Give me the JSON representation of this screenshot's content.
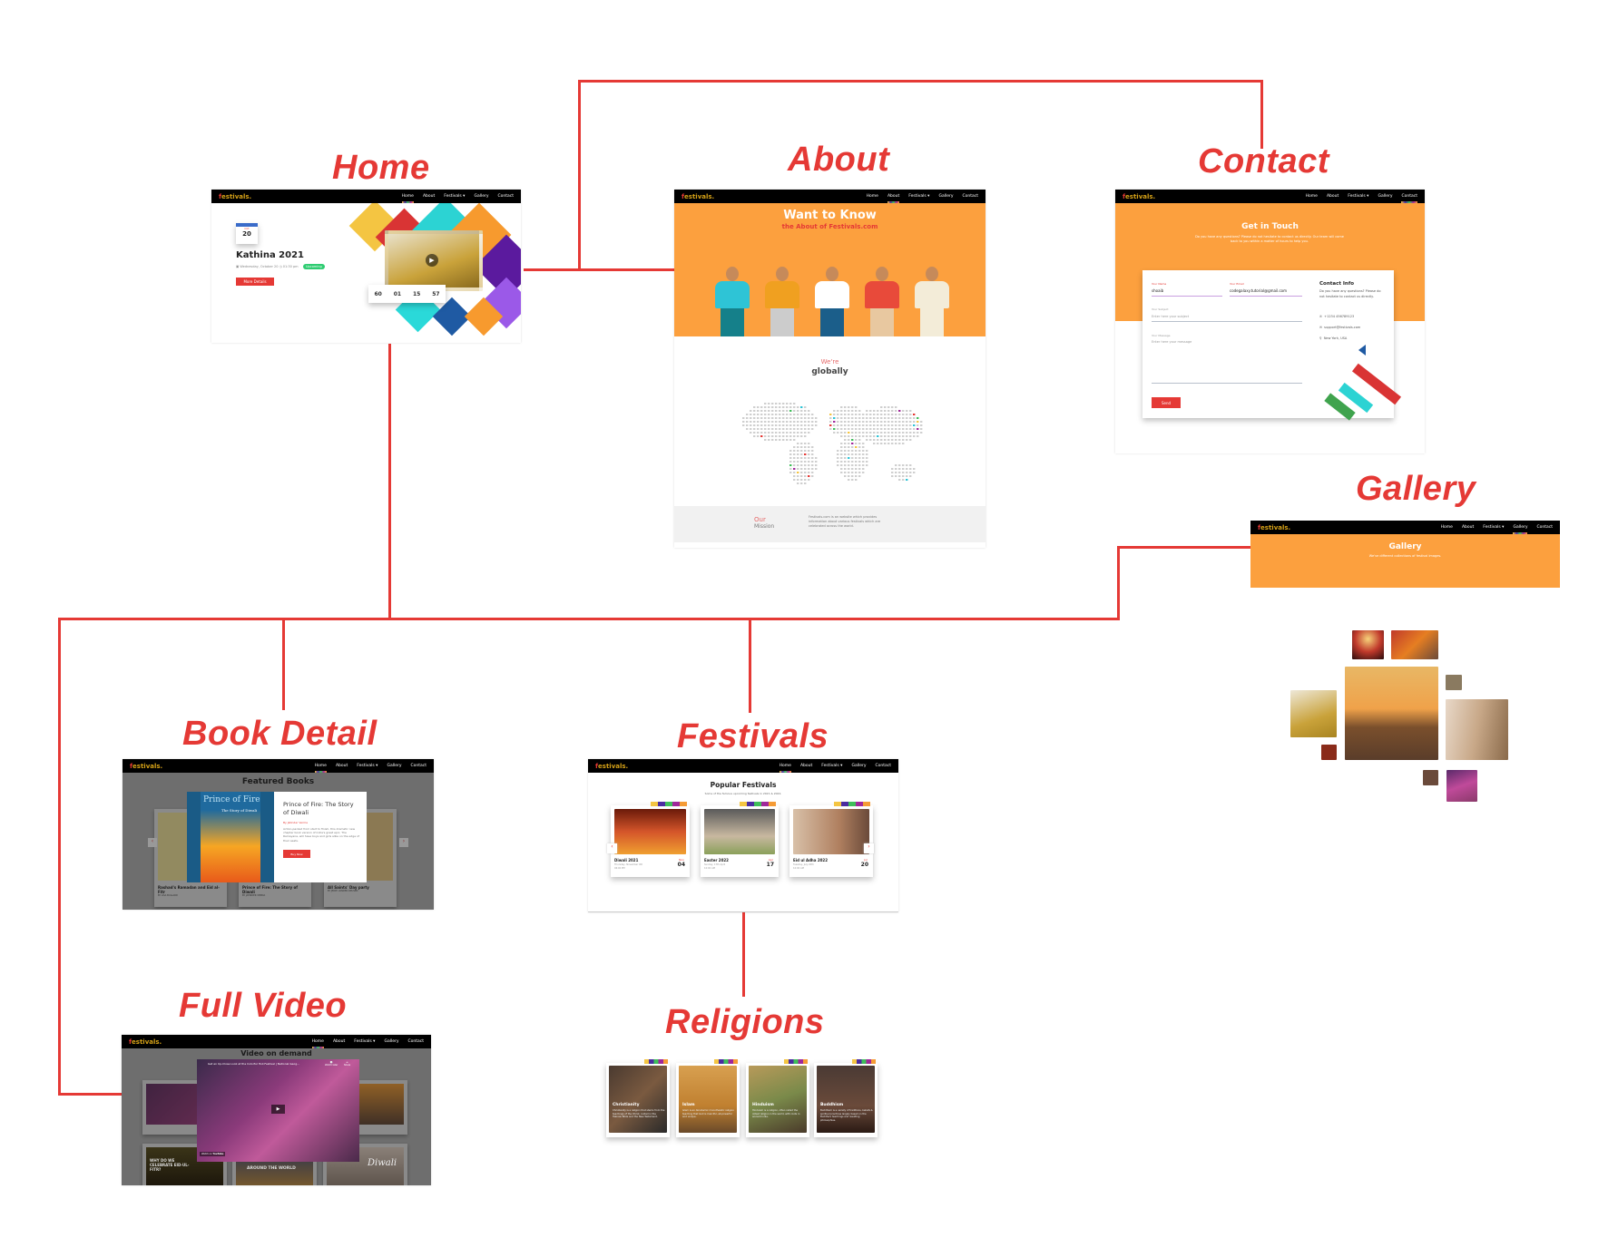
{
  "labels": {
    "home": "Home",
    "about": "About",
    "contact": "Contact",
    "gallery": "Gallery",
    "book_detail": "Book Detail",
    "festivals": "Festivals",
    "full_video": "Full Video",
    "religions": "Religions"
  },
  "nav": {
    "logo_first": "f",
    "logo_rest": "estivals.",
    "items": [
      "Home",
      "About",
      "Festivals ▾",
      "Gallery",
      "Contact"
    ]
  },
  "home": {
    "cal_month": "Oct",
    "cal_day": "20",
    "title": "Kathina 2021",
    "date": "Wednesday, October 20",
    "time": "01:30 pm",
    "badge": "Upcoming",
    "button": "More Details",
    "countdown": [
      "60",
      "01",
      "15",
      "57"
    ]
  },
  "about": {
    "title": "Want to Know",
    "subtitle": "the About of Festivals.com",
    "were": "We're",
    "globally": "globally",
    "mission_our": "Our",
    "mission_label": "Mission",
    "mission_text": "Festivals.com is an website which provides information about various festivals which are celebrated across the world."
  },
  "contact": {
    "title": "Get in Touch",
    "intro": "Do you have any questions? Please do not hesitate to contact us directly. Our team will come back to you within a matter of hours to help you.",
    "name_label": "Your Name",
    "name_value": "shoaib",
    "email_label": "Your Email",
    "email_value": "codegalaxy.tutorial@gmail.com",
    "subject_label": "Your Subject",
    "subject_placeholder": "Enter here your subject",
    "message_label": "Your Message",
    "message_placeholder": "Enter here your message",
    "send": "Send",
    "info_title": "Contact Info",
    "info_text": "Do you have any questions? Please do not hesitate to contact us directly.",
    "phone": "+1234 456789123",
    "email": "support@festivals.com",
    "location": "New York, USA"
  },
  "gallery": {
    "title": "Gallery",
    "subtitle": "We've different collections of festival images."
  },
  "book": {
    "section": "Featured Books",
    "modal_title": "Prince of Fire: The Story of Diwali",
    "modal_author": "By Jatinder Verma",
    "modal_desc": "Action-packed from start to finish, this dramatic new chapter book version of India's great epic, The Ramayana, will have boys and girls alike on the edge of their seats.",
    "buy": "Buy Now",
    "cover_title": "Prince of Fire",
    "cover_sub": "The Story of Diwali",
    "cards": [
      {
        "title": "Rashad's Ramadan and Eid al-Fitr",
        "author": "BY LISA BULLARD"
      },
      {
        "title": "Prince of Fire: The Story of Diwali",
        "author": "BY JATINDER VERMA"
      },
      {
        "title": "All Saints' Day party",
        "author": "BY JERRY VANDER DEUSEN"
      }
    ]
  },
  "video": {
    "section": "Video on demand",
    "title": "Get an Up-Close Look at the Colorful Holi Festival | National Geog...",
    "watch_later": "Watch later",
    "share": "Share",
    "watch_on": "Watch on",
    "youtube": "YouTube",
    "thumb1": "WHY DO WE CELEBRATE EID-UL-FITR?",
    "thumb2": "AROUND THE WORLD",
    "thumb3": "Diwali"
  },
  "festivals": {
    "title": "Popular Festivals",
    "subtitle": "Some of the famous upcoming festivals in 2021 & 2022.",
    "cards": [
      {
        "name": "Diwali 2021",
        "month": "Nov",
        "day": "04",
        "date": "Thursday, November 4th",
        "time": "06:00 PM"
      },
      {
        "name": "Easter 2022",
        "month": "Apr",
        "day": "17",
        "date": "Sunday, 17th April",
        "time": "10:00 AM"
      },
      {
        "name": "Eid ul Adha 2022",
        "month": "Jul",
        "day": "20",
        "date": "Tuesday, July 20th",
        "time": "10:00 AM"
      }
    ]
  },
  "religions": [
    {
      "name": "Christianity",
      "desc": "Christianity is a religion that stems from the teachings of the Christ, rooted in the Hebrew Bible and the New Testament."
    },
    {
      "name": "Islam",
      "desc": "Islam is an Abrahamic monotheistic religion teaching that God is merciful, all-powerful and unique."
    },
    {
      "name": "Hinduism",
      "desc": "Hinduism is a religion, often called the oldest religion in the world, with roots in ancient India."
    },
    {
      "name": "Buddhism",
      "desc": "Buddhism is a variety of traditions, beliefs & spiritual practices largely based on the Buddha's teachings and resulting philosophies."
    }
  ],
  "colors": {
    "accent": "#e53935",
    "banner": "#fca03e",
    "nav": "#000000"
  }
}
